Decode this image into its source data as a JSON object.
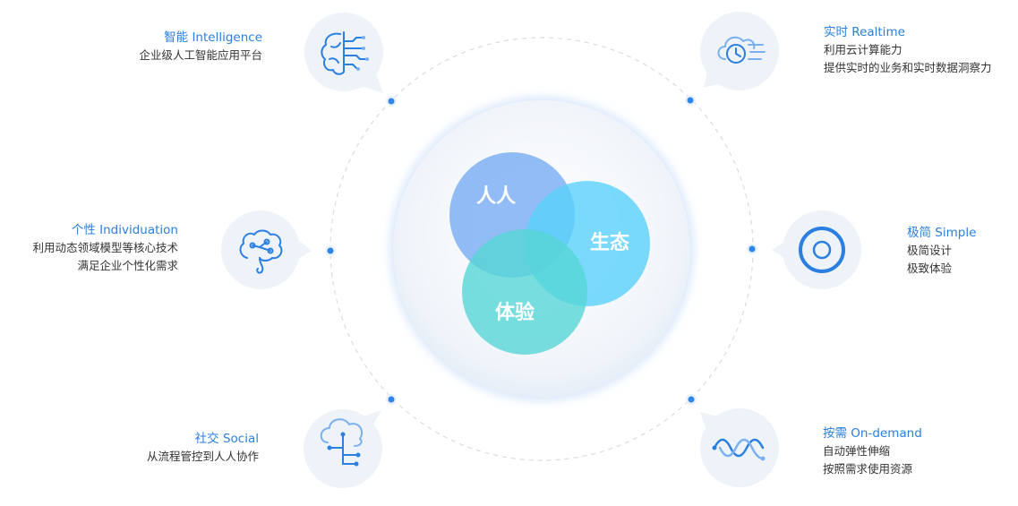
{
  "venn": {
    "people": "人人",
    "ecosystem": "生态",
    "experience": "体验"
  },
  "features": {
    "intelligence": {
      "title": "智能 Intelligence",
      "lines": [
        "企业级人工智能应用平台"
      ],
      "icon": "brain-circuit-icon"
    },
    "individuation": {
      "title": "个性 Individuation",
      "lines": [
        "利用动态领域模型等核心技术",
        "满足企业个性化需求"
      ],
      "icon": "brain-icon"
    },
    "social": {
      "title": "社交 Social",
      "lines": [
        "从流程管控到人人协作"
      ],
      "icon": "cloud-network-icon"
    },
    "realtime": {
      "title": "实时 Realtime",
      "lines": [
        "利用云计算能力",
        "提供实时的业务和实时数据洞察力"
      ],
      "icon": "cloud-clock-icon"
    },
    "simple": {
      "title": "极简 Simple",
      "lines": [
        "极简设计",
        "极致体验"
      ],
      "icon": "target-ring-icon"
    },
    "ondemand": {
      "title": "按需 On-demand",
      "lines": [
        "自动弹性伸缩",
        "按照需求使用资源"
      ],
      "icon": "wave-icon"
    }
  },
  "colors": {
    "accent": "#2a7fe0",
    "people_circle": "#7fb0f3",
    "ecosystem_circle": "#5ad1fb",
    "experience_circle": "#56d6d6"
  }
}
